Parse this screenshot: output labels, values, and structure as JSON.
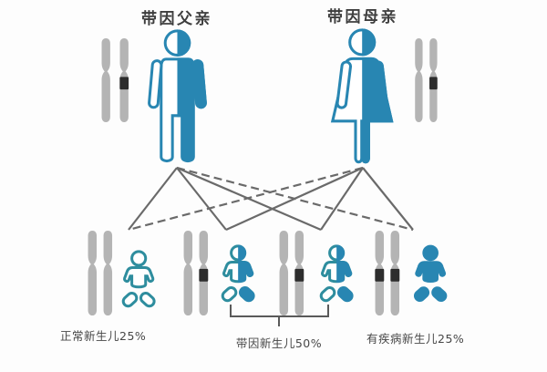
{
  "parents": {
    "father": {
      "label": "带因父亲",
      "status": "carrier"
    },
    "mother": {
      "label": "带因母亲",
      "status": "carrier"
    }
  },
  "outcome_labels": {
    "normal": "正常新生儿25%",
    "carrier": "带因新生儿50%",
    "affected": "有疾病新生儿25%"
  },
  "children": [
    {
      "type": "normal",
      "chromosomes": [
        "plain",
        "plain"
      ],
      "baby_style": "outline"
    },
    {
      "type": "carrier",
      "chromosomes": [
        "plain",
        "banded"
      ],
      "baby_style": "half-filled"
    },
    {
      "type": "carrier",
      "chromosomes": [
        "plain",
        "banded"
      ],
      "baby_style": "half-filled"
    },
    {
      "type": "affected",
      "chromosomes": [
        "banded",
        "banded"
      ],
      "baby_style": "filled"
    }
  ],
  "colors": {
    "accent": "#2886b2",
    "baby_outline": "#2e8d9e",
    "chromosome": "#b4b4b4",
    "band": "#2d2d2d",
    "line": "#6a6a6a",
    "text": "#3e3e3e",
    "background": "#fdfdfd"
  }
}
